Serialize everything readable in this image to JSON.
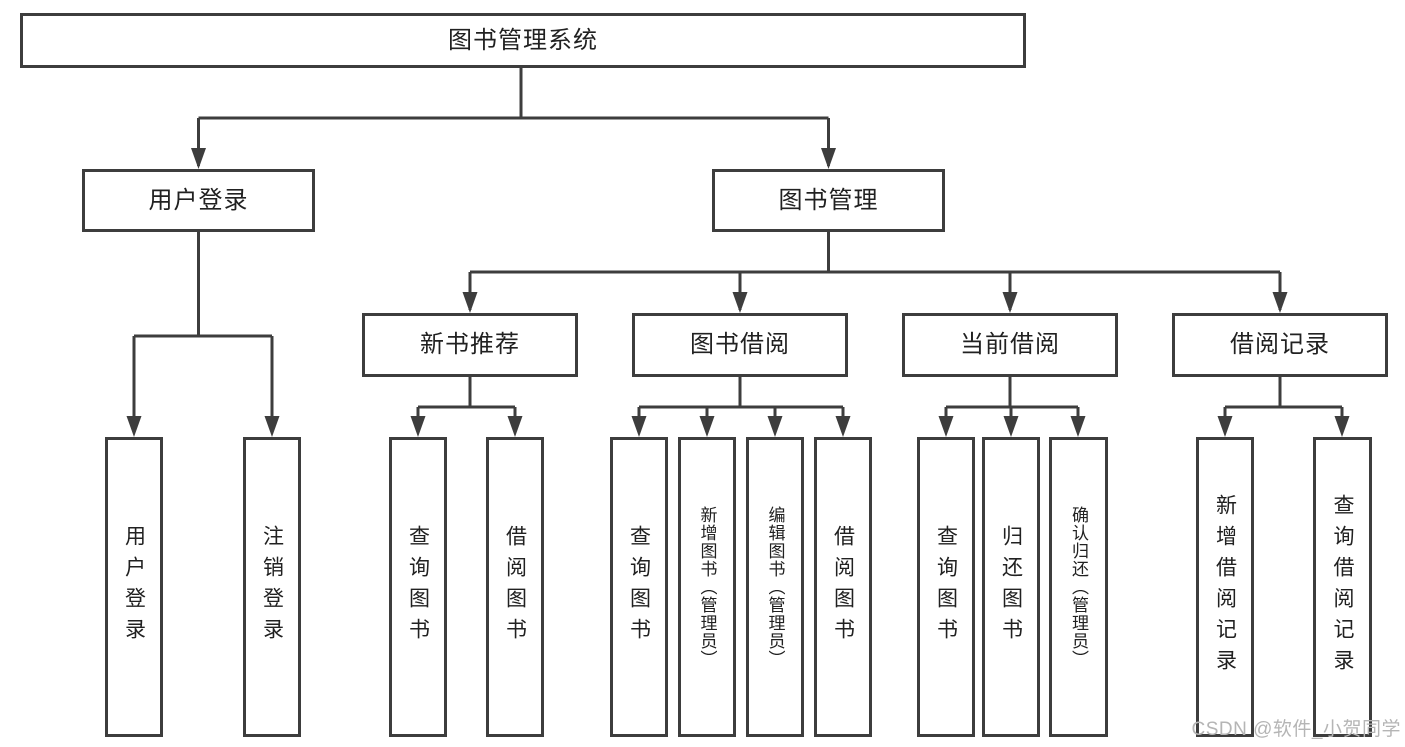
{
  "diagram": {
    "root": {
      "label": "图书管理系统"
    },
    "branches": [
      {
        "label": "用户登录",
        "children": [
          {
            "label": "用户登录"
          },
          {
            "label": "注销登录"
          }
        ]
      },
      {
        "label": "图书管理",
        "children": [
          {
            "label": "新书推荐",
            "children": [
              {
                "label": "查询图书"
              },
              {
                "label": "借阅图书"
              }
            ]
          },
          {
            "label": "图书借阅",
            "children": [
              {
                "label": "查询图书"
              },
              {
                "label": "新增图书（管理员）"
              },
              {
                "label": "编辑图书（管理员）"
              },
              {
                "label": "借阅图书"
              }
            ]
          },
          {
            "label": "当前借阅",
            "children": [
              {
                "label": "查询图书"
              },
              {
                "label": "归还图书"
              },
              {
                "label": "确认归还（管理员）"
              }
            ]
          },
          {
            "label": "借阅记录",
            "children": [
              {
                "label": "新增借阅记录"
              },
              {
                "label": "查询借阅记录"
              }
            ]
          }
        ]
      }
    ]
  },
  "watermark": {
    "text": "CSDN @软件_小贺同学"
  },
  "colors": {
    "line": "#3d3d3d",
    "text": "#212121",
    "watermark": "#b5b5b5",
    "background": "#ffffff"
  }
}
